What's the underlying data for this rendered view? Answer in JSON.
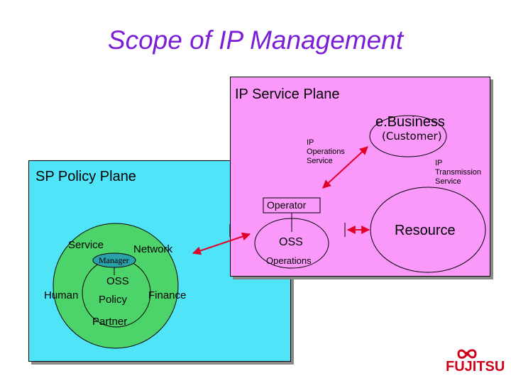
{
  "title": "Scope of IP Management",
  "ip_plane": {
    "label": "IP Service Plane",
    "ebusiness": "e.Business",
    "customer": "(Customer)",
    "ip_ops_service": [
      "IP",
      "Operations",
      "Service"
    ],
    "ip_trans_service": [
      "IP",
      "Transmission",
      "Service"
    ],
    "operator": "Operator",
    "oss": "OSS",
    "operations": "Operations",
    "resource": "Resource"
  },
  "sp_plane": {
    "label": "SP Policy Plane",
    "service": "Service",
    "network": "Network",
    "manager": "Manager",
    "oss": "OSS",
    "human": "Human",
    "policy": "Policy",
    "finance": "Finance",
    "partner": "Partner"
  },
  "logo": {
    "text": "FUJITSU",
    "color": "#d0021b"
  },
  "colors": {
    "title": "#7a1fd6",
    "sp_plane_bg": "#4fe4f7",
    "ip_plane_bg": "#fb99fb",
    "policy_circle": "#4cd46a",
    "manager_oval": "#2aa0a8",
    "arrow": "#e0002a"
  }
}
